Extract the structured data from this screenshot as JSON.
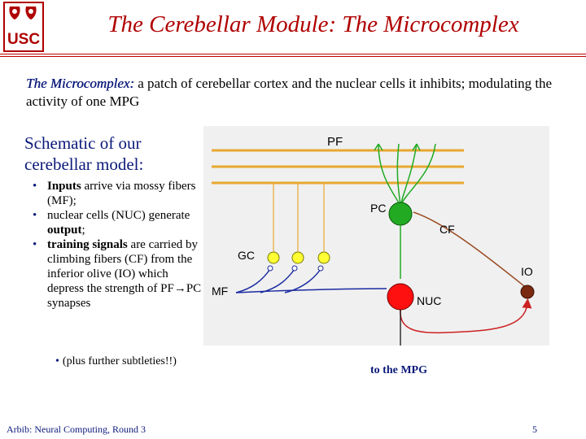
{
  "logo": {
    "text": "USC"
  },
  "title": "The Cerebellar Module: The Microcomplex",
  "intro": {
    "term": "The Microcomplex:",
    "text": " a patch of cerebellar cortex and the nuclear cells it inhibits; modulating the activity of one MPG"
  },
  "schematic_heading": "Schematic of our cerebellar model:",
  "bullets": [
    {
      "kw": "Inputs",
      "text": " arrive via mossy fibers (MF);"
    },
    {
      "pre": "nuclear cells (NUC) generate ",
      "kw": "output",
      "post": ";"
    },
    {
      "kw": "training signals",
      "text": " are carried by climbing fibers (CF) from the inferior olive (IO) which depress the strength of PF→PC synapses"
    }
  ],
  "sub_bullet": "(plus further subtleties!!)",
  "diagram": {
    "labels": {
      "pf": "PF",
      "pc": "PC",
      "cf": "CF",
      "gc": "GC",
      "io": "IO",
      "mf": "MF",
      "nuc": "NUC"
    },
    "colors": {
      "parallel_fiber": "#e8a830",
      "purkinje": "#22aa22",
      "granule": "#ffff33",
      "nucleus": "#ff1010",
      "olive": "#7a2a10",
      "mossy_fiber": "#1a2aa0",
      "climbing_fiber": "#9a4a20",
      "connection": "#cc2222"
    }
  },
  "mpg_label": "to the MPG",
  "footer": {
    "left": "Arbib: Neural Computing, Round 3",
    "page": "5"
  }
}
